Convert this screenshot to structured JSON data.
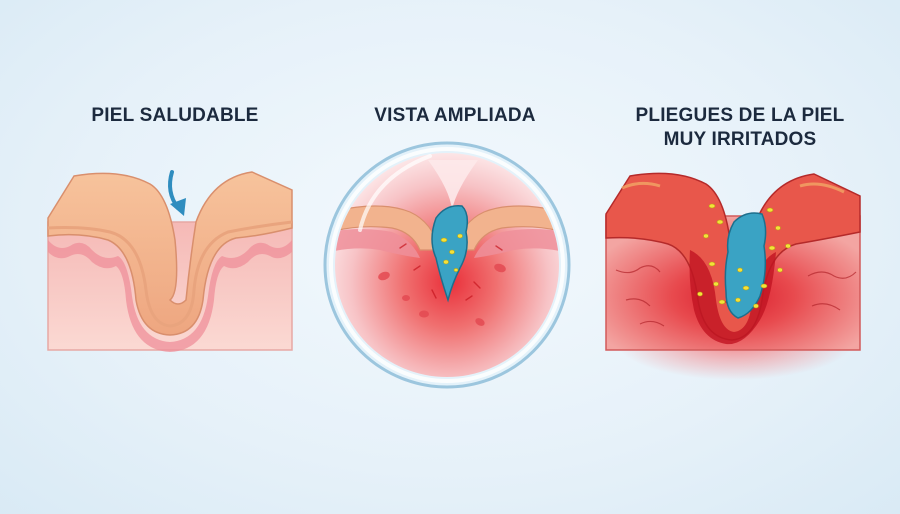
{
  "panels": [
    {
      "title": "PIEL SALUDABLE"
    },
    {
      "title": "VISTA AMPLIADA"
    },
    {
      "title_line1": "PLIEGUES DE LA PIEL",
      "title_line2": "MUY IRRITADOS"
    }
  ],
  "colors": {
    "background": "#e6f1f9",
    "skin_surface": "#f2b38e",
    "dermis": "#f6c9c3",
    "inflammation": "#e8313a",
    "moisture": "#3aa3c4",
    "bacteria": "#f4e23a",
    "arrow": "#2f8dbf"
  },
  "icons": [
    "down-arrow-icon",
    "magnifier-lens-icon"
  ]
}
